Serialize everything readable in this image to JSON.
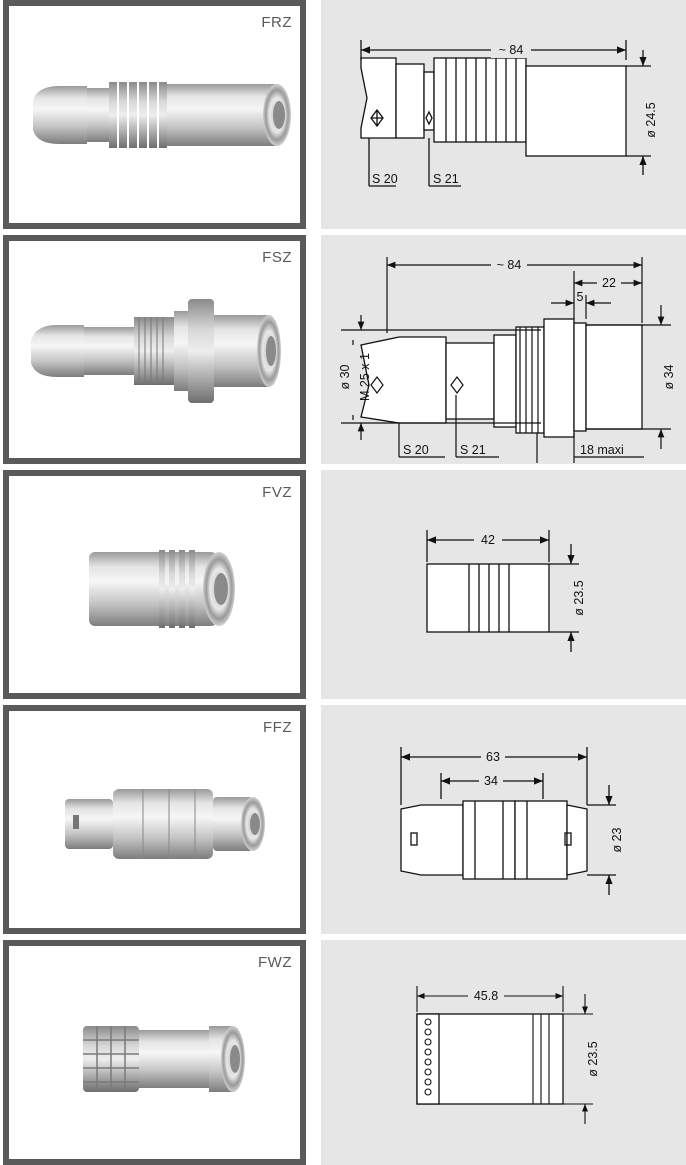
{
  "connectors": [
    {
      "code": "FRZ",
      "dims": {
        "overall_length": "~ 84",
        "diameter": "ø 24.5",
        "spanner_1": "S 20",
        "spanner_2": "S 21"
      }
    },
    {
      "code": "FSZ",
      "dims": {
        "overall_length": "~ 84",
        "rear_length": "22",
        "flange": "5",
        "bore": "ø 30",
        "thread": "M 25 x 1",
        "diameter": "ø 34",
        "spanner_1": "S 20",
        "spanner_2": "S 21",
        "panel": "18 maxi"
      }
    },
    {
      "code": "FVZ",
      "dims": {
        "overall_length": "42",
        "diameter": "ø 23.5"
      }
    },
    {
      "code": "FFZ",
      "dims": {
        "overall_length": "63",
        "inner_length": "34",
        "diameter": "ø 23"
      }
    },
    {
      "code": "FWZ",
      "dims": {
        "overall_length": "45.8",
        "diameter": "ø 23.5"
      }
    }
  ],
  "colors": {
    "frame": "#5a5a5a",
    "drawing_bg": "#e6e6e6",
    "metal_light": "#e9e9e9",
    "metal_dark": "#8e8e8e"
  }
}
